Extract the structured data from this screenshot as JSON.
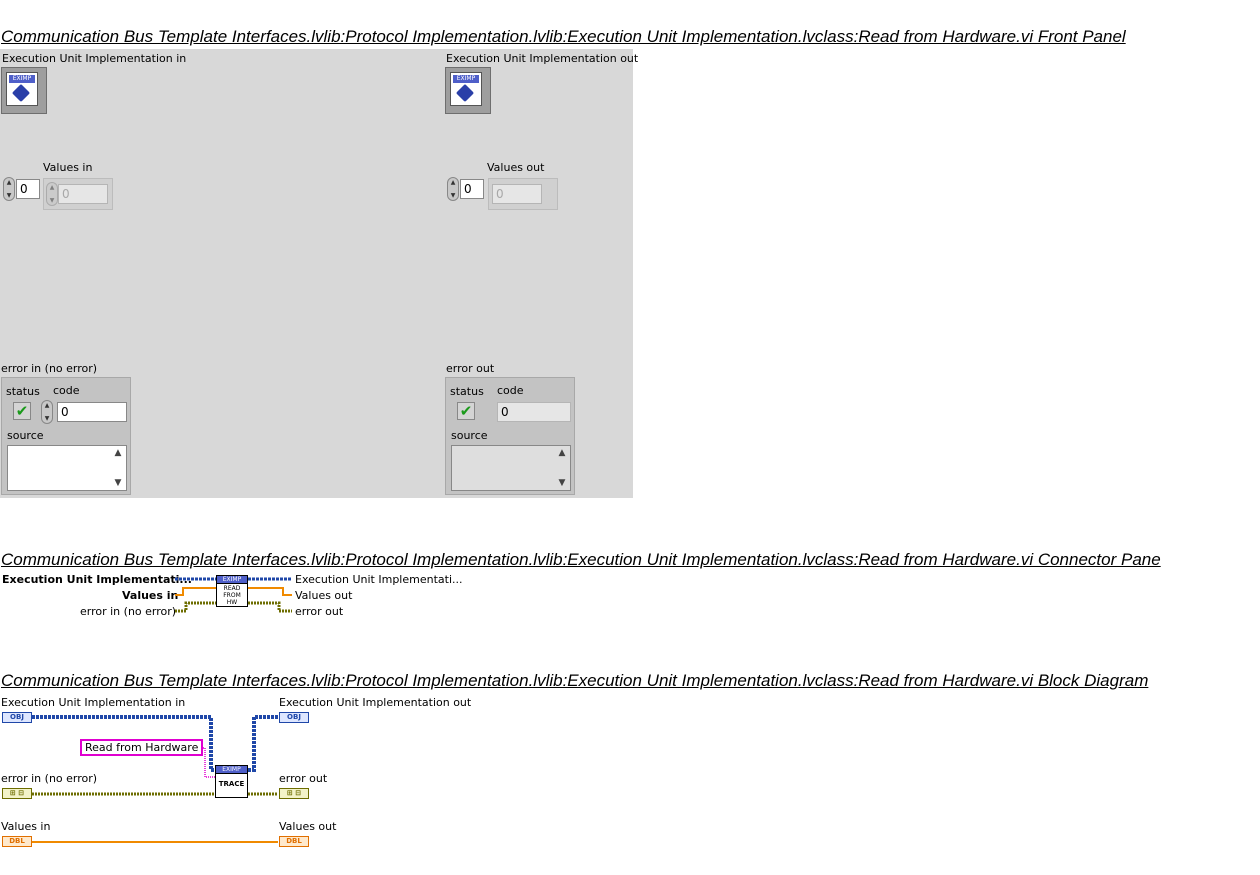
{
  "front_panel": {
    "title": "Communication Bus Template Interfaces.lvlib:Protocol Implementation.lvlib:Execution Unit Implementation.lvclass:Read from Hardware.vi Front Panel",
    "eui_in_label": "Execution Unit Implementation in",
    "eui_out_label": "Execution Unit Implementation out",
    "obj_tag": "EXIMP",
    "values_in_label": "Values in",
    "values_out_label": "Values out",
    "values_in_index": "0",
    "values_in_element": "0",
    "values_out_index": "0",
    "values_out_element": "0",
    "error_in": {
      "label": "error in (no error)",
      "status_label": "status",
      "code_label": "code",
      "code_value": "0",
      "source_label": "source",
      "status_glyph": "✔"
    },
    "error_out": {
      "label": "error out",
      "status_label": "status",
      "code_label": "code",
      "code_value": "0",
      "source_label": "source",
      "status_glyph": "✔"
    }
  },
  "connector_pane": {
    "title": "Communication Bus Template Interfaces.lvlib:Protocol Implementation.lvlib:Execution Unit Implementation.lvclass:Read from Hardware.vi Connector Pane",
    "left_labels": [
      "Execution Unit Implementati...",
      "Values in",
      "error in (no error)"
    ],
    "right_labels": [
      "Execution Unit Implementati...",
      "Values out",
      "error out"
    ],
    "icon_header": "EXIMP",
    "icon_text": "READ FROM HW"
  },
  "block_diagram": {
    "title": "Communication Bus Template Interfaces.lvlib:Protocol Implementation.lvlib:Execution Unit Implementation.lvclass:Read from Hardware.vi Block Diagram",
    "eui_in_label": "Execution Unit Implementation in",
    "eui_out_label": "Execution Unit Implementation out",
    "error_in_label": "error in (no error)",
    "error_out_label": "error out",
    "values_in_label": "Values in",
    "values_out_label": "Values out",
    "string_constant": "Read from Hardware",
    "terminal_obj": "OBJ",
    "terminal_err": "⊞ ⊟",
    "terminal_dbl": "DBL",
    "trace_header": "EXIMP",
    "trace_text": "TRACE"
  },
  "colors": {
    "panel_bg": "#d8d8d8",
    "class_wire": "#1f47a8",
    "error_wire": "#6d6d00",
    "dbl_wire": "#f08a00",
    "string_wire": "#e000d0"
  }
}
